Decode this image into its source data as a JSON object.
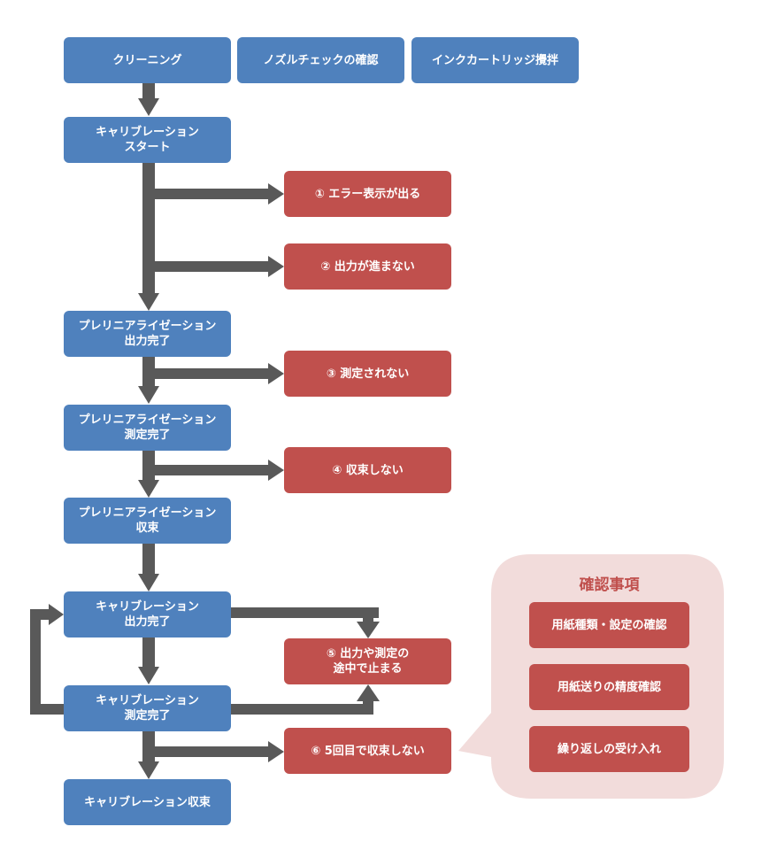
{
  "top_steps": [
    "クリーニング",
    "ノズルチェックの確認",
    "インクカートリッジ攪拌"
  ],
  "flow_steps": [
    {
      "line1": "キャリブレーション",
      "line2": "スタート"
    },
    {
      "line1": "プレリニアライゼーション",
      "line2": "出力完了"
    },
    {
      "line1": "プレリニアライゼーション",
      "line2": "測定完了"
    },
    {
      "line1": "プレリニアライゼーション",
      "line2": "収束"
    },
    {
      "line1": "キャリブレーション",
      "line2": "出力完了"
    },
    {
      "line1": "キャリブレーション",
      "line2": "測定完了"
    },
    {
      "line1": "キャリブレーション収束",
      "line2": ""
    }
  ],
  "errors": [
    {
      "line1": "① エラー表示が出る",
      "line2": ""
    },
    {
      "line1": "② 出力が進まない",
      "line2": ""
    },
    {
      "line1": "③ 測定されない",
      "line2": ""
    },
    {
      "line1": "④ 収束しない",
      "line2": ""
    },
    {
      "line1": "⑤ 出力や測定の",
      "line2": "途中で止まる"
    },
    {
      "line1": "⑥ 5回目で収束しない",
      "line2": ""
    }
  ],
  "checklist": {
    "title": "確認事項",
    "items": [
      "用紙種類・設定の確認",
      "用紙送りの精度確認",
      "繰り返しの受け入れ"
    ]
  },
  "colors": {
    "step": "#4f81bd",
    "error": "#c0504d",
    "arrow": "#595959",
    "bubble": "#f2dcdb"
  }
}
